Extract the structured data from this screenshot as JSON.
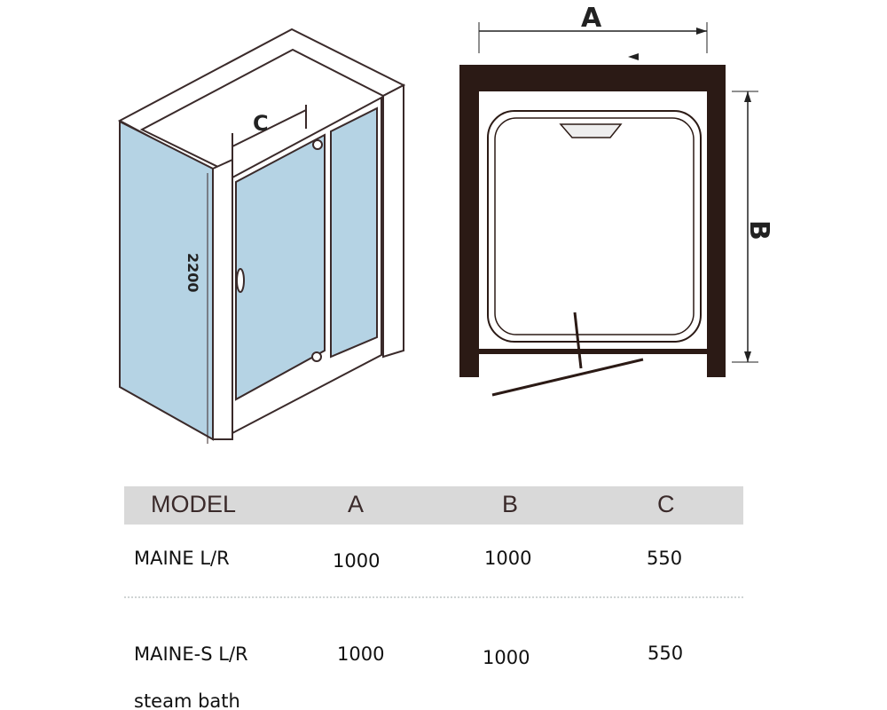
{
  "diagram": {
    "perspective_labels": {
      "width_label": "C",
      "height_label": "2200"
    },
    "plan_labels": {
      "width_label": "A",
      "depth_label": "B"
    },
    "colors": {
      "glass": "#b5d3e4",
      "frame": "#3a2a2a",
      "wall": "#2b1a15"
    }
  },
  "table": {
    "headers": [
      "MODEL",
      "A",
      "B",
      "C"
    ],
    "rows": [
      {
        "model": "MAINE L/R",
        "a": "1000",
        "b": "1000",
        "c": "550"
      },
      {
        "model": "MAINE-S L/R",
        "a": "1000",
        "b": "1000",
        "c": "550",
        "note": "steam bath"
      }
    ]
  }
}
